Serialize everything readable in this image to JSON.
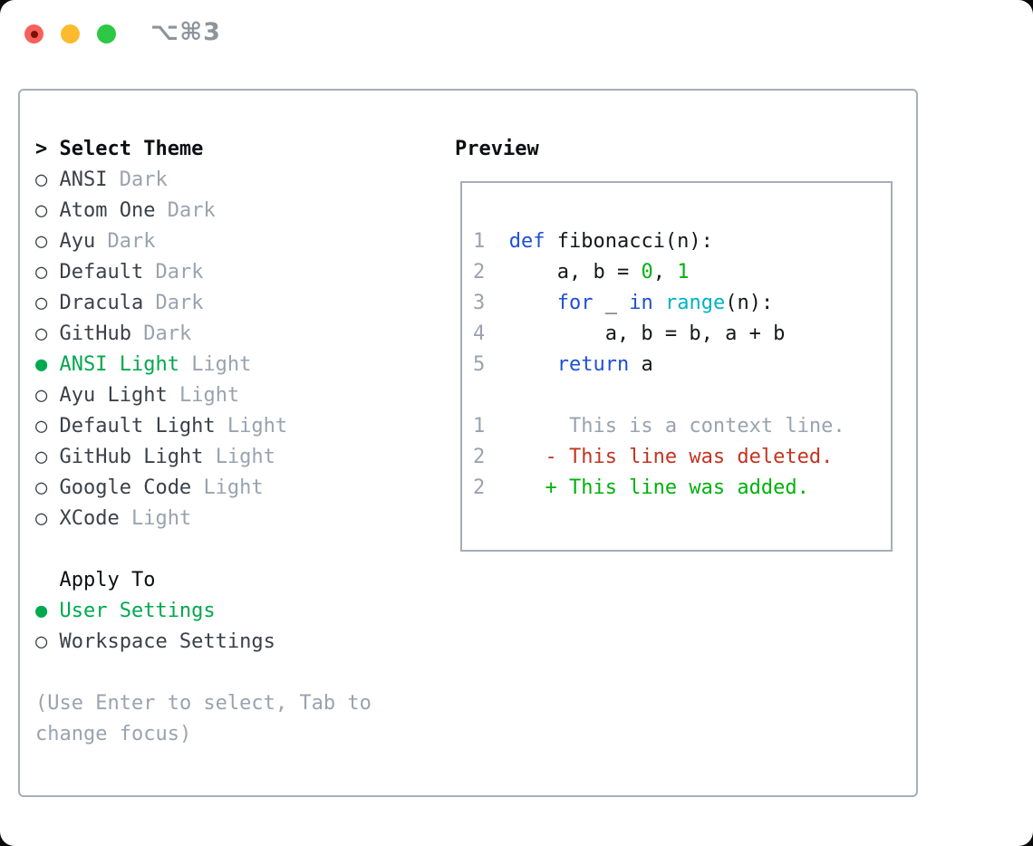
{
  "titlebar": {
    "shortcut": "⌥⌘3"
  },
  "colors": {
    "border": "#a6aeb9",
    "item": "#3a414a",
    "muted": "#99a3af",
    "accent": "#00a94e",
    "fg": "#15181c",
    "kw": "#1e4fd7",
    "fn": "#00b2c2",
    "num": "#00b10e",
    "ctx": "#99a3af",
    "del": "#c23422",
    "add": "#00b10e"
  },
  "theme_picker": {
    "header": {
      "marker": ">",
      "label": "Select Theme"
    },
    "items": [
      {
        "marker": "○",
        "name": "ANSI",
        "tag": "Dark",
        "selected": false
      },
      {
        "marker": "○",
        "name": "Atom One",
        "tag": "Dark",
        "selected": false
      },
      {
        "marker": "○",
        "name": "Ayu",
        "tag": "Dark",
        "selected": false
      },
      {
        "marker": "○",
        "name": "Default",
        "tag": "Dark",
        "selected": false
      },
      {
        "marker": "○",
        "name": "Dracula",
        "tag": "Dark",
        "selected": false
      },
      {
        "marker": "○",
        "name": "GitHub",
        "tag": "Dark",
        "selected": false
      },
      {
        "marker": "●",
        "name": "ANSI Light",
        "tag": "Light",
        "selected": true
      },
      {
        "marker": "○",
        "name": "Ayu Light",
        "tag": "Light",
        "selected": false
      },
      {
        "marker": "○",
        "name": "Default Light",
        "tag": "Light",
        "selected": false
      },
      {
        "marker": "○",
        "name": "GitHub Light",
        "tag": "Light",
        "selected": false
      },
      {
        "marker": "○",
        "name": "Google Code",
        "tag": "Light",
        "selected": false
      },
      {
        "marker": "○",
        "name": "XCode",
        "tag": "Light",
        "selected": false
      }
    ],
    "apply_to": {
      "title": "Apply To",
      "options": [
        {
          "marker": "●",
          "label": "User Settings",
          "selected": true
        },
        {
          "marker": "○",
          "label": "Workspace Settings",
          "selected": false
        }
      ]
    },
    "help_lines": [
      "(Use Enter to select, Tab to",
      "change focus)"
    ]
  },
  "preview": {
    "title": "Preview",
    "lines": [
      {
        "kind": "code-line",
        "num": "1",
        "segments": [
          {
            "t": "def",
            "c": "kw"
          },
          {
            "t": " fibonacci(n):",
            "c": "fg"
          }
        ]
      },
      {
        "kind": "code-line",
        "num": "2",
        "segments": [
          {
            "t": "    a, b = ",
            "c": "fg"
          },
          {
            "t": "0",
            "c": "num"
          },
          {
            "t": ", ",
            "c": "fg"
          },
          {
            "t": "1",
            "c": "num"
          }
        ]
      },
      {
        "kind": "code-line",
        "num": "3",
        "segments": [
          {
            "t": "    ",
            "c": "fg"
          },
          {
            "t": "for",
            "c": "kw"
          },
          {
            "t": " _ ",
            "c": "fg"
          },
          {
            "t": "in",
            "c": "kw"
          },
          {
            "t": " ",
            "c": "fg"
          },
          {
            "t": "range",
            "c": "fn"
          },
          {
            "t": "(n):",
            "c": "fg"
          }
        ]
      },
      {
        "kind": "code-line",
        "num": "4",
        "segments": [
          {
            "t": "        a, b = b, a + b",
            "c": "fg"
          }
        ]
      },
      {
        "kind": "code-line",
        "num": "5",
        "segments": [
          {
            "t": "    ",
            "c": "fg"
          },
          {
            "t": "return",
            "c": "kw"
          },
          {
            "t": " a",
            "c": "fg"
          }
        ]
      },
      {
        "kind": "blank-line",
        "num": "",
        "segments": []
      },
      {
        "kind": "diff-context-line",
        "num": "1",
        "segments": [
          {
            "t": "     This is a context line.",
            "c": "ctx"
          }
        ]
      },
      {
        "kind": "diff-deleted-line",
        "num": "2",
        "segments": [
          {
            "t": "   - This line was deleted.",
            "c": "del"
          }
        ]
      },
      {
        "kind": "diff-added-line",
        "num": "2",
        "segments": [
          {
            "t": "   + This line was added.",
            "c": "add"
          }
        ]
      }
    ]
  }
}
